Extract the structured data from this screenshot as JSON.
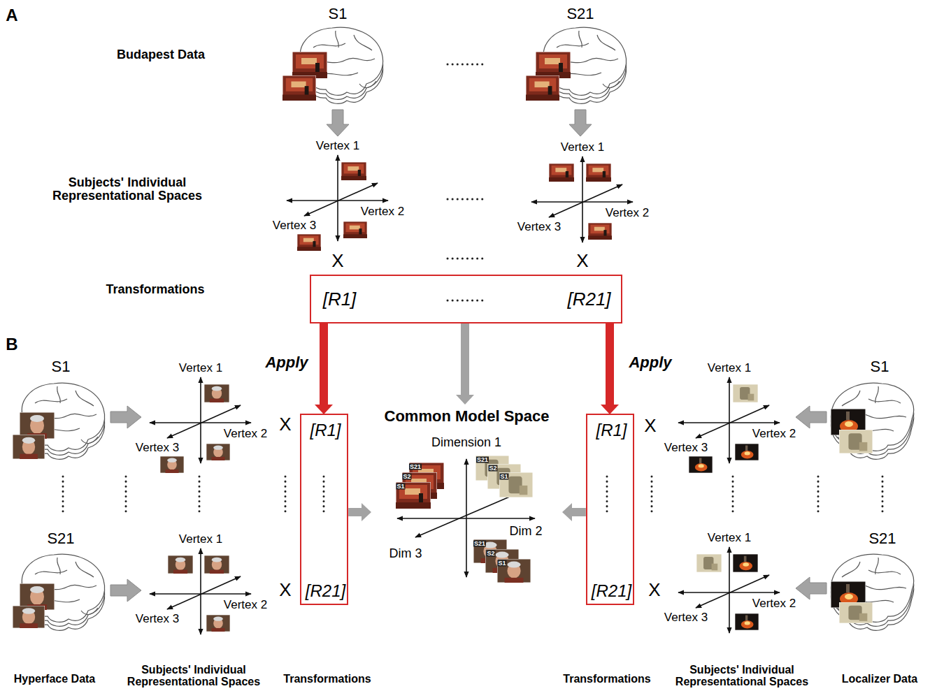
{
  "diagram": {
    "nodes": [
      {
        "text": [
          "[R1]",
          "[R21]"
        ]
      },
      {
        "text": [
          "[R1]",
          "[R21]"
        ]
      },
      {
        "text": [
          "Common Model Space"
        ]
      },
      {
        "text": [
          "[R1]",
          "[R21]"
        ]
      }
    ],
    "edges": [
      {
        "from": 0,
        "to": 1,
        "arrow": "to",
        "label": "Apply"
      },
      {
        "from": 0,
        "to": 3,
        "arrow": "to",
        "label": "Apply"
      },
      {
        "from": 0,
        "to": 2,
        "arrow": "to"
      },
      {
        "from": 1,
        "to": 2,
        "arrow": "to"
      },
      {
        "from": 3,
        "to": 2,
        "arrow": "to"
      }
    ],
    "labels": [
      "A",
      "B",
      "S1",
      "S21",
      "Budapest Data",
      "Subjects' Individual Representational Spaces",
      "Vertex 1",
      "Vertex 2",
      "Vertex 3",
      "Vertex 1",
      "Vertex 2",
      "Vertex 3",
      "X",
      "X",
      "Transformations",
      "S1",
      "Vertex 1",
      "Vertex 2",
      "Vertex 3",
      "X",
      "S21",
      "Vertex 1",
      "Vertex 2",
      "Vertex 3",
      "X",
      "Dimension 1",
      "Dim 2",
      "Dim 3",
      "S21",
      "S2",
      "S1",
      "S21",
      "S2",
      "S1",
      "S21",
      "S2",
      "S1",
      "X",
      "Vertex 1",
      "Vertex 2",
      "Vertex 3",
      "S1",
      "X",
      "Vertex 1",
      "Vertex 2",
      "Vertex 3",
      "S21",
      "Hyperface Data",
      "Subjects' Individual Representational Spaces",
      "Transformations",
      "Transformations",
      "Subjects' Individual Representational Spaces",
      "Localizer Data"
    ]
  }
}
